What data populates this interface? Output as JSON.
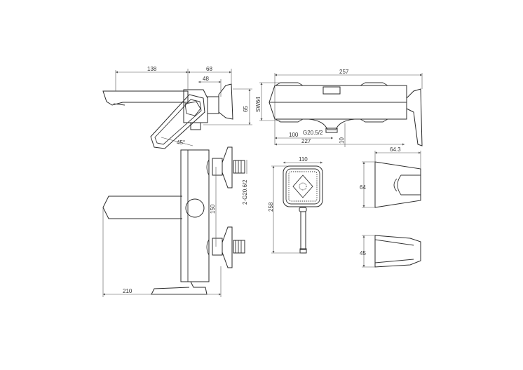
{
  "drawing": {
    "side_view": {
      "dim_total": "138",
      "dim_right": "68",
      "dim_inner": "48",
      "dim_height": "65",
      "angle": "45°"
    },
    "top_view": {
      "dim_total": "257",
      "wrench": "SW64",
      "thread": "G20.5/2",
      "dim_a": "100",
      "dim_b": "227",
      "dim_offset": "10"
    },
    "front_view": {
      "thread": "2-G20.6/2",
      "dim_centers": "150",
      "dim_width": "210"
    },
    "hand_shower": {
      "dim_width": "110",
      "dim_length": "258"
    },
    "holder": {
      "dim_depth": "64.3",
      "dim_height": "64",
      "dim_height_bottom": "45"
    }
  }
}
